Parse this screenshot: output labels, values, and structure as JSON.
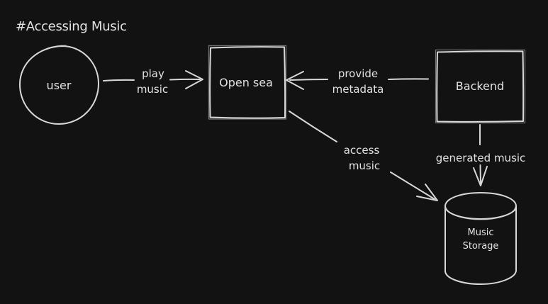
{
  "canvas": {
    "title": "#Accessing Music",
    "background_color": "#121212",
    "stroke_color": "#d8d8d8",
    "text_color": "#e2e2e2"
  },
  "nodes": {
    "user": {
      "shape": "circle",
      "label": "user"
    },
    "open_sea": {
      "shape": "square",
      "label": "Open sea"
    },
    "backend": {
      "shape": "rectangle",
      "label": "Backend"
    },
    "music_storage": {
      "shape": "cylinder",
      "label_line1": "Music",
      "label_line2": "Storage"
    }
  },
  "edges": {
    "play_music": {
      "from": "user",
      "to": "open_sea",
      "label_line1": "play",
      "label_line2": "music"
    },
    "provide_metadata": {
      "from": "backend",
      "to": "open_sea",
      "label_line1": "provide",
      "label_line2": "metadata"
    },
    "access_music": {
      "from": "open_sea",
      "to": "music_storage",
      "label_line1": "access",
      "label_line2": "music"
    },
    "generated_music": {
      "from": "backend",
      "to": "music_storage",
      "label": "generated music"
    }
  }
}
